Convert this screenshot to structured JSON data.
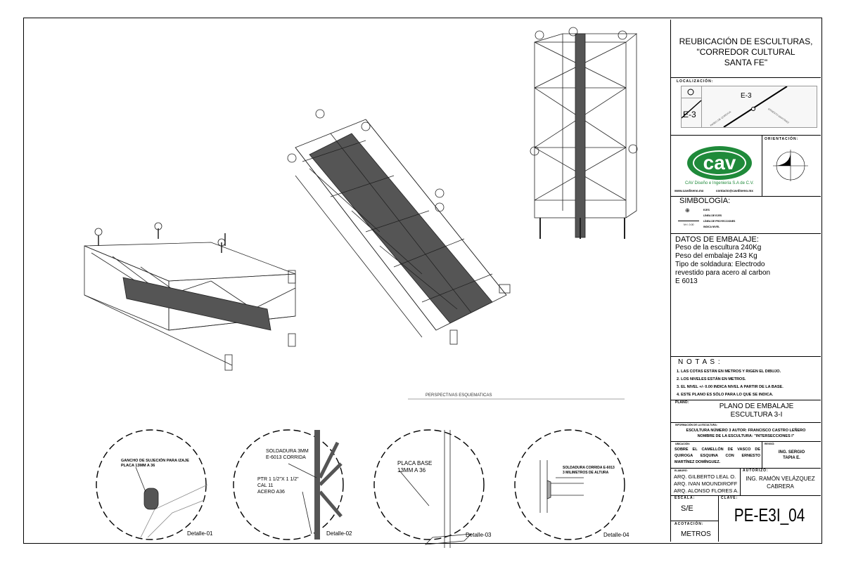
{
  "title": {
    "line1": "REUBICACIÓN DE ESCULTURAS,",
    "line2": "\"CORREDOR CULTURAL",
    "line3": "SANTA FE\""
  },
  "localizacion": {
    "label": "LOCALIZACIÓN:",
    "marker_small": "E-3",
    "marker_map": "E-3",
    "street1": "PASEO DE QUIROGA",
    "street2": "ERNESTO MARTÍNEZ"
  },
  "logo": {
    "brand": "cav",
    "company": "CAV Diseño e Ingeniería S.A de C.V.",
    "web": "www.cavdiseno.mx",
    "email": "contacto@cavdiseno.mx",
    "color": "#1f8a3a"
  },
  "orientacion": {
    "label": "ORIENTACIÓN:"
  },
  "simbologia": {
    "title": "SIMBOLOGÍA:",
    "items": [
      "EJES",
      "LÍNEA DE EJES",
      "LÍNEA DE PROYECCIONES",
      "INDICA NIVEL"
    ],
    "nivel_tag": "N+/- 0.00"
  },
  "datos": {
    "title": "DATOS DE EMBALAJE:",
    "lines": [
      "Peso de la escultura 240Kg",
      "Peso del embalaje 243 Kg",
      "Tipo de soldadura: Electrodo",
      "revestido para acero al carbon",
      "E 6013"
    ]
  },
  "notas": {
    "title": "N O T A S :",
    "items": [
      "1. LAS COTAS ESTÁN EN METROS Y  RIGEN EL DIBUJO.",
      "2. LOS NIVELES ESTÁN EN METROS.",
      "3. EL NIVEL +/- 0.00 INDICA NIVEL A PARTIR DE LA BASE.",
      "4. ESTE PLANO ES SÓLO PARA LO QUE SE INDICA."
    ]
  },
  "plano": {
    "label": "PLANO:",
    "line1": "PLANO DE EMBALAJE",
    "line2": "ESCULTURA 3-I"
  },
  "info": {
    "label": "INFORMACIÓN DE LA ESCULTURA:",
    "line1": "ESCULTURA NÚMERO 3 AUTOR: FRANCISCO CASTRO LEÑERO",
    "line2": "NOMBRE DE LA ESCULTURA: \"INTERSECCIONES I\""
  },
  "ubicacion": {
    "label": "UBICACIÓN:",
    "text": "SOBRE EL CAMELLÓN DE VASCO DE QUIROGA ESQUINA CON ERNESTO MARTÍNEZ DOMÍNGUEZ."
  },
  "reviso": {
    "label": "REVISÓ:",
    "line1": "ING. SERGIO",
    "line2": "TAPIA E."
  },
  "elaboro": {
    "label": "ELABORÓ:",
    "names": [
      "ARQ. GILBERTO LEAL O.",
      "ARQ. IVAN MOUNDIROFF",
      "ARQ. ALONSO FLORES A."
    ]
  },
  "autorizo": {
    "label": "AUTORIZÓ:",
    "line1": "ING. RAMÓN VELÁZQUEZ",
    "line2": "CABRERA"
  },
  "escala": {
    "label": "ESCALA:",
    "value": "S/E"
  },
  "acotacion": {
    "label": "ACOTACIÓN:",
    "value": "METROS"
  },
  "clave": {
    "label": "CLAVE:",
    "value": "PE-E3I_04"
  },
  "drawing": {
    "section_title": "PERSPECTIVAS ESQUEMATICAS",
    "details": [
      {
        "name": "Detalle-01",
        "notes": [
          "GANCHO DE SUJECIÓN PARA IZAJE",
          "PLACA 13MM   A 36"
        ]
      },
      {
        "name": "Detalle-02",
        "notes": [
          "SOLDADURA 3MM",
          "E-6013 CORRIDA",
          "PTR  1 1/2\"X 1 1/2\"",
          "CAL 11",
          "ACERO A36"
        ]
      },
      {
        "name": "Detalle-03",
        "notes": [
          "PLACA BASE",
          "13MM A 36"
        ]
      },
      {
        "name": "Detalle-04",
        "notes": [
          "SOLDADURA CORRIDA E-6013",
          "3 MILIMETROS DE ALTURA"
        ]
      }
    ]
  }
}
